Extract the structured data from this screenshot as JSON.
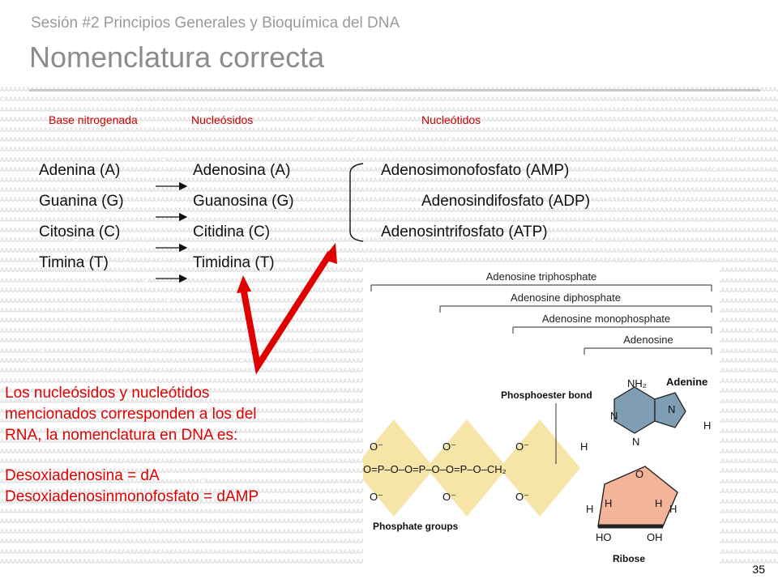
{
  "slide": {
    "subtitle": "Sesión #2 Principios Generales y Bioquímica del DNA",
    "title": "Nomenclatura correcta",
    "page_number": "35"
  },
  "table": {
    "headers": [
      "Base nitrogenada",
      "Nucleósidos",
      "Nucleótidos"
    ],
    "bases": [
      "Adenina (A)",
      "Guanina (G)",
      "Citosina (C)",
      "Timina (T)"
    ],
    "nucleosides": [
      "Adenosina (A)",
      "Guanosina (G)",
      "Citidina (C)",
      "Timidina (T)"
    ],
    "nucleotides": [
      "Adenosimonofosfato (AMP)",
      "Adenosindifosfato (ADP)",
      "Adenosintrifosfato (ATP)"
    ]
  },
  "note": {
    "lines": [
      "Los nucleósidos y nucleótidos",
      "mencionados corresponden a los del",
      "RNA, la nomenclatura en DNA es:"
    ],
    "examples": [
      "Desoxiadenosina = dA",
      "Desoxiadenosinmonofosfato = dAMP"
    ]
  },
  "figure": {
    "labels": {
      "triphosphate": "Adenosine triphosphate",
      "diphosphate": "Adenosine diphosphate",
      "monophosphate": "Adenosine monophosphate",
      "adenosine": "Adenosine",
      "adenine": "Adenine",
      "phosphoester": "Phosphoester bond",
      "phosphate_groups": "Phosphate groups",
      "ribose": "Ribose"
    }
  },
  "colors": {
    "accent_red": "#e00000",
    "purine_fill": "#7f9db3",
    "ribose_fill": "#f2b59a",
    "phosphate_fill": "#f5e6a8"
  }
}
